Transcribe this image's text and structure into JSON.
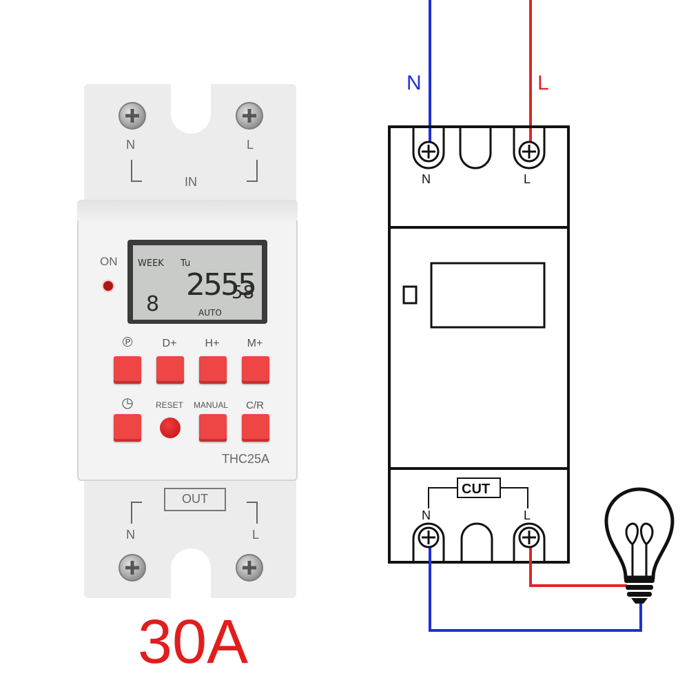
{
  "device": {
    "input_label": "IN",
    "output_label": "OUT",
    "terminal_top_n": "N",
    "terminal_top_l": "L",
    "terminal_bottom_n": "N",
    "terminal_bottom_l": "L",
    "on_label": "ON",
    "model": "THC25A",
    "display": {
      "week_label": "WEEK",
      "day": "Tu",
      "time_main": "2555",
      "time_seconds": "58",
      "program_number": "8",
      "mode": "AUTO"
    },
    "buttons_row1": [
      {
        "label": "℗",
        "icon": "program-icon"
      },
      {
        "label": "D+"
      },
      {
        "label": "H+"
      },
      {
        "label": "M+"
      }
    ],
    "buttons_row2": [
      {
        "label": "◷",
        "icon": "clock-icon"
      },
      {
        "label": "RESET"
      },
      {
        "label": "MANUAL"
      },
      {
        "label": "C/R"
      }
    ],
    "rating": "30A"
  },
  "diagram": {
    "wire_n_label": "N",
    "wire_l_label": "L",
    "terminal_top_n": "N",
    "terminal_top_l": "L",
    "terminal_bottom_n": "N",
    "terminal_bottom_l": "L",
    "cut_label": "CUT",
    "load_icon": "light-bulb-icon",
    "colors": {
      "neutral_wire": "#1f2fd6",
      "live_wire": "#e02424",
      "outline": "#111111"
    }
  }
}
